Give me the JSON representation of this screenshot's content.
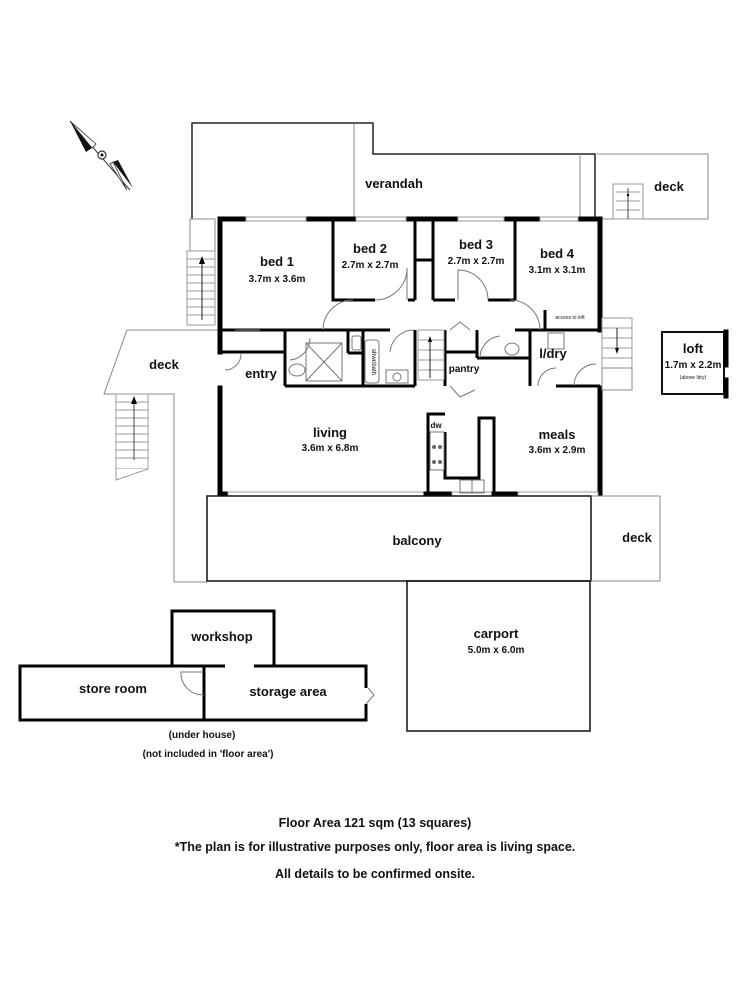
{
  "plan": {
    "rooms": {
      "verandah": {
        "name": "verandah"
      },
      "deck_top": {
        "name": "deck"
      },
      "bed1": {
        "name": "bed 1",
        "size": "3.7m x 3.6m"
      },
      "bed2": {
        "name": "bed 2",
        "size": "2.7m x 2.7m"
      },
      "bed3": {
        "name": "bed 3",
        "size": "2.7m x 2.7m"
      },
      "bed4": {
        "name": "bed 4",
        "size": "3.1m x 3.1m"
      },
      "access_to_loft": {
        "name": "access to loft"
      },
      "loft": {
        "name": "loft",
        "size": "1.7m x 2.2m",
        "note": "(above ldry)"
      },
      "deck_left": {
        "name": "deck"
      },
      "entry": {
        "name": "entry"
      },
      "shwr_bath": {
        "name": "shwr/bath"
      },
      "pantry": {
        "name": "pantry"
      },
      "laundry": {
        "name": "l/dry"
      },
      "living": {
        "name": "living",
        "size": "3.6m x 6.8m"
      },
      "dishwasher": {
        "name": "dw"
      },
      "meals": {
        "name": "meals",
        "size": "3.6m x 2.9m"
      },
      "balcony": {
        "name": "balcony"
      },
      "deck_right": {
        "name": "deck"
      },
      "carport": {
        "name": "carport",
        "size": "5.0m x 6.0m"
      },
      "workshop": {
        "name": "workshop"
      },
      "store_room": {
        "name": "store room"
      },
      "storage_area": {
        "name": "storage area"
      }
    },
    "under_house_note": "(under house)",
    "not_included_note": "(not included in 'floor area')",
    "compass": "north-arrow-icon"
  },
  "footer": {
    "floor_area": "Floor Area 121 sqm (13 squares)",
    "disclaimer": "*The plan is for illustrative purposes only, floor area is living space.",
    "confirm": "All details to be confirmed onsite."
  }
}
